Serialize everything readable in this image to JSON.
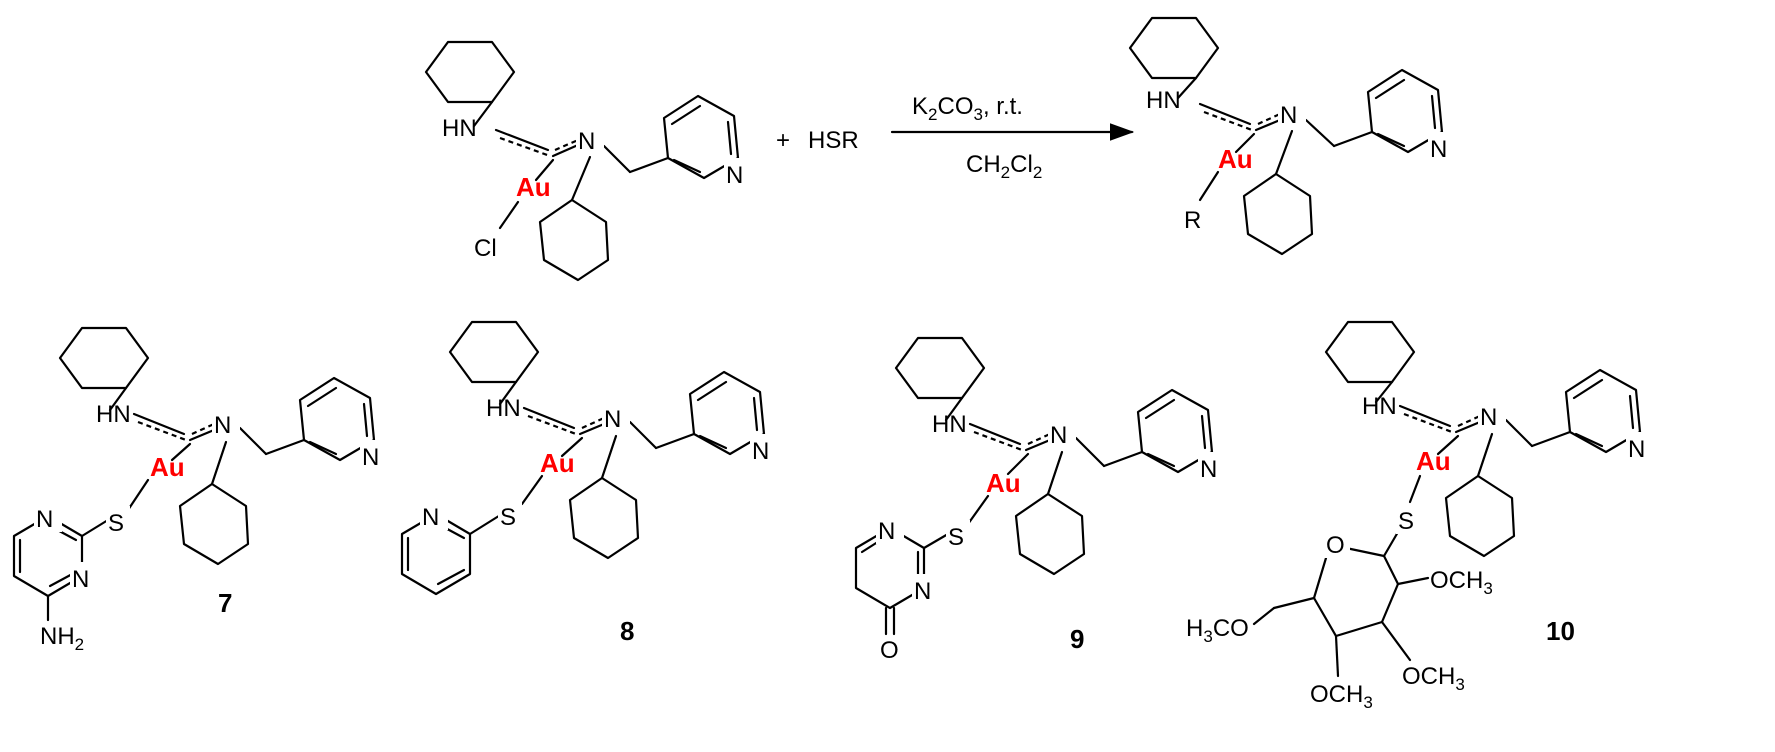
{
  "atoms": {
    "gold": "Au",
    "amine_nh": "HN",
    "imine_n": "N",
    "pyridine_n": "N",
    "chloride": "Cl",
    "r_group": "R",
    "sulfur": "S",
    "oxygen": "O",
    "methoxy": "OCH",
    "methoxy_sub": "3",
    "amine": "NH",
    "amine_sub": "2",
    "methoxy_left": "H",
    "methoxy_left_sub": "3",
    "methoxy_left_tail": "CO"
  },
  "reaction": {
    "plus": "+",
    "reagent": "HSR",
    "base_k": "K",
    "base_k_sub": "2",
    "base_co": "CO",
    "base_co_sub": "3",
    "base_tail": ", r.t.",
    "solvent_ch": "CH",
    "solvent_ch_sub": "2",
    "solvent_cl": "Cl",
    "solvent_cl_sub": "2"
  },
  "compounds": {
    "c7": "7",
    "c8": "8",
    "c9": "9",
    "c10": "10"
  },
  "colors": {
    "gold": "#ff0000",
    "bond": "#000000"
  }
}
